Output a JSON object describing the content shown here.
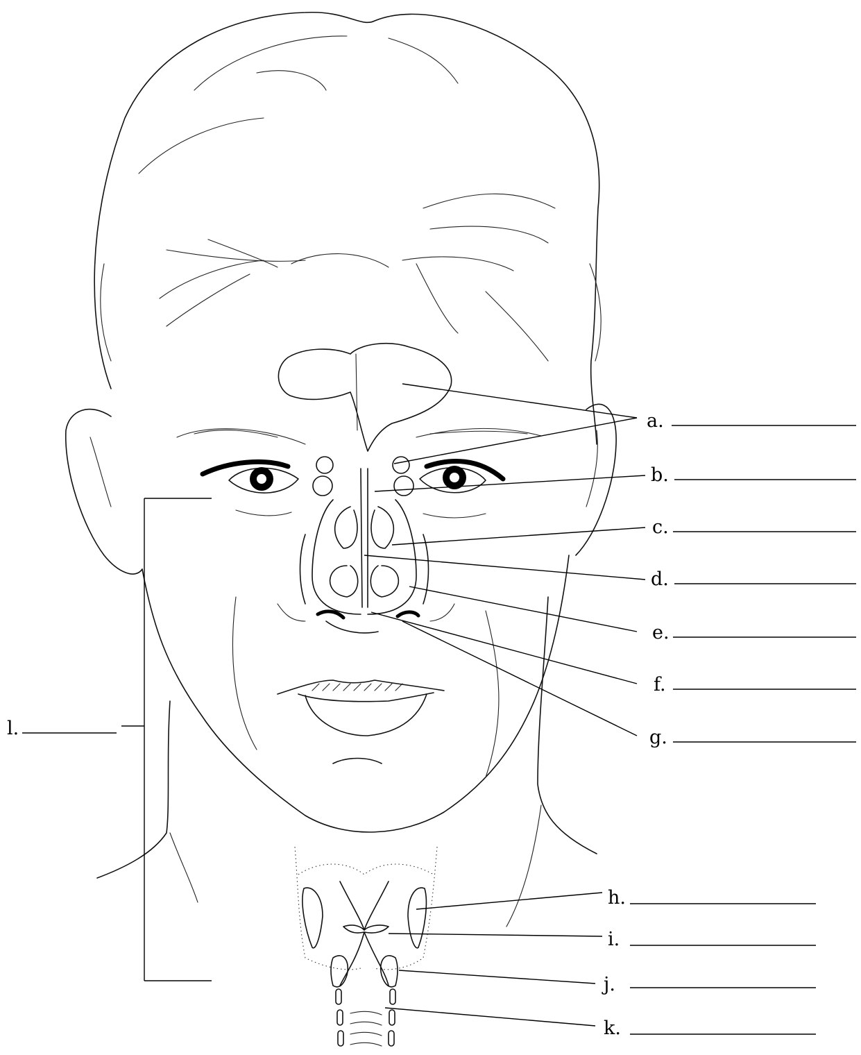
{
  "labels": [
    {
      "id": "a",
      "text": "a."
    },
    {
      "id": "b",
      "text": "b."
    },
    {
      "id": "c",
      "text": "c."
    },
    {
      "id": "d",
      "text": "d."
    },
    {
      "id": "e",
      "text": "e."
    },
    {
      "id": "f",
      "text": "f."
    },
    {
      "id": "g",
      "text": "g."
    },
    {
      "id": "h",
      "text": "h."
    },
    {
      "id": "i",
      "text": "i."
    },
    {
      "id": "j",
      "text": "j."
    },
    {
      "id": "k",
      "text": "k."
    },
    {
      "id": "l",
      "text": "l."
    }
  ],
  "icons": {
    "figure": "head-and-respiratory-tract-drawing"
  },
  "colors": {
    "ink": "#000000",
    "background": "#ffffff"
  }
}
